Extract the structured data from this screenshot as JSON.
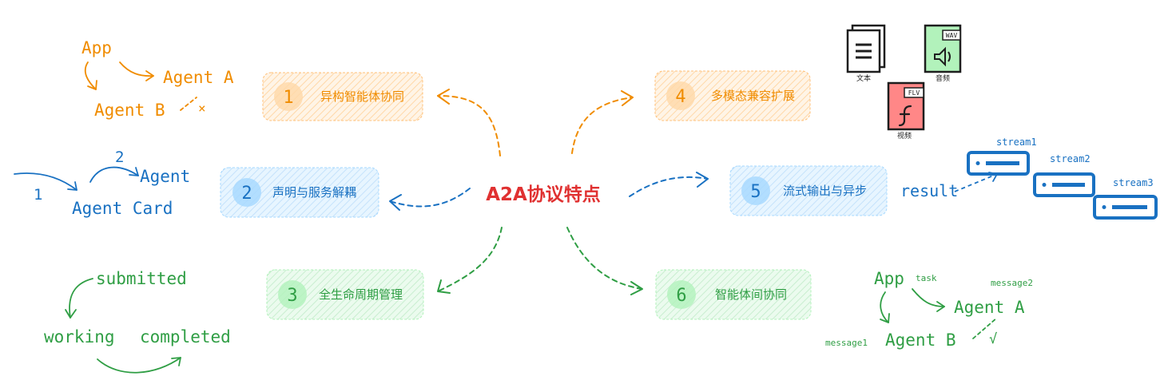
{
  "colors": {
    "center": "#e03131",
    "orange": "#f08c00",
    "orange_fill": "#ffe8cc",
    "blue": "#1971c2",
    "blue_fill": "#d0ebff",
    "green": "#2f9e44",
    "green_fill": "#d3f9d8",
    "doc_fill": "#e9ecef",
    "audio_fill": "#b2f2bb",
    "video_fill": "#ff8787"
  },
  "center": {
    "title": "A2A协议特点"
  },
  "features": [
    {
      "num": "1",
      "label": "异构智能体协同",
      "color": "orange"
    },
    {
      "num": "2",
      "label": "声明与服务解耦",
      "color": "blue"
    },
    {
      "num": "3",
      "label": "全生命周期管理",
      "color": "green"
    },
    {
      "num": "4",
      "label": "多模态兼容扩展",
      "color": "orange"
    },
    {
      "num": "5",
      "label": "流式输出与异步",
      "color": "blue"
    },
    {
      "num": "6",
      "label": "智能体间协同",
      "color": "green"
    }
  ],
  "ex1": {
    "app": "App",
    "agent_a": "Agent A",
    "agent_b": "Agent B",
    "mark": "×"
  },
  "ex2": {
    "n1": "1",
    "n2": "2",
    "agent": "Agent",
    "card": "Agent Card"
  },
  "ex3": {
    "submitted": "submitted",
    "working": "working",
    "completed": "completed"
  },
  "ex4": {
    "text_label": "文本",
    "audio_label": "音频",
    "video_label": "视频",
    "audio_tag": "WAV",
    "video_tag": "FLV",
    "text_icon": "document-icon",
    "audio_icon": "speaker-icon",
    "video_icon": "flash-icon"
  },
  "ex5": {
    "result": "result",
    "streams": [
      "stream1",
      "stream2",
      "stream3"
    ],
    "stream_icon": "server-icon"
  },
  "ex6": {
    "app": "App",
    "task": "task",
    "agent_a": "Agent A",
    "agent_b": "Agent B",
    "message1": "message1",
    "message2": "message2",
    "mark": "√"
  }
}
